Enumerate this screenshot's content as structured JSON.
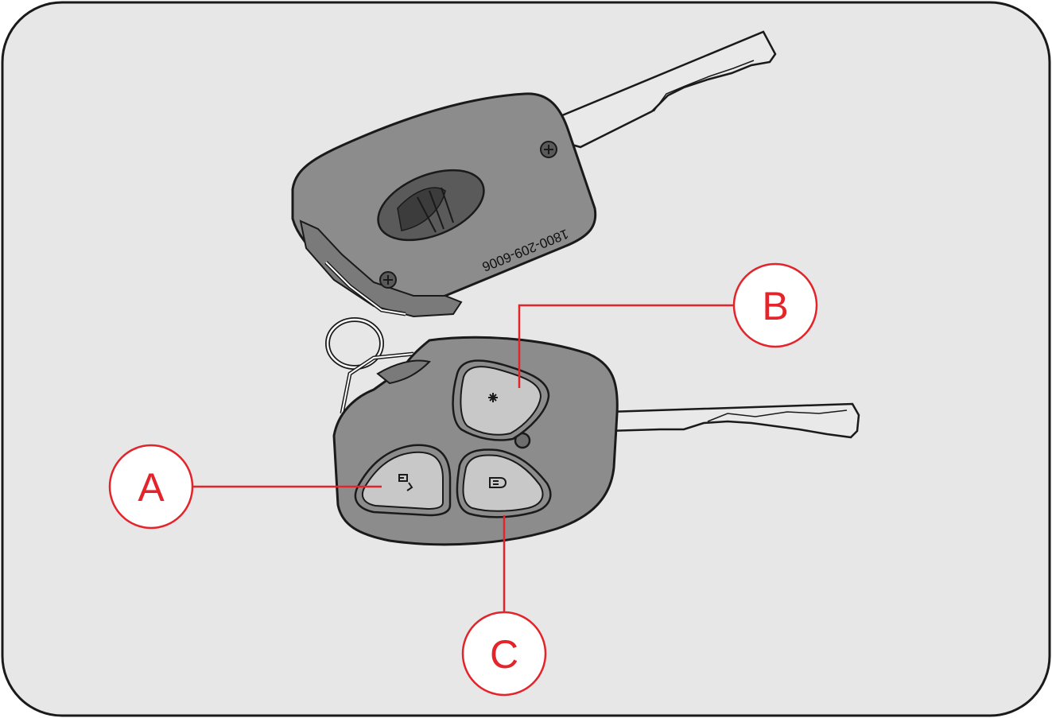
{
  "key_fob": {
    "phone_number": "1800-209-6006",
    "buttons": [
      {
        "id": "A",
        "icon": "unlock-icon"
      },
      {
        "id": "B",
        "icon": "panic-icon"
      },
      {
        "id": "C",
        "icon": "lock-icon"
      }
    ]
  },
  "callouts": {
    "a": "A",
    "b": "B",
    "c": "C"
  },
  "colors": {
    "background": "#e6e7e6",
    "fob_body": "#8c8c8c",
    "button": "#c8c8c8",
    "callout": "#e3242b"
  }
}
